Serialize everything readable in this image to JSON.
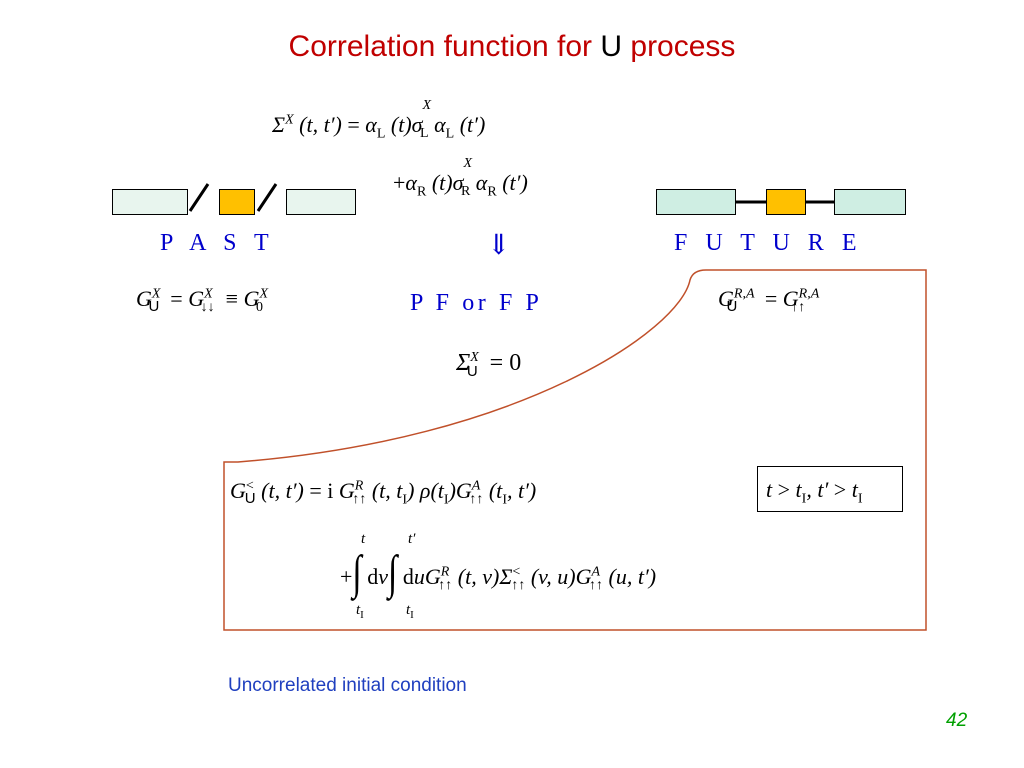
{
  "title": {
    "prefix": "Correlation function for ",
    "u": "U",
    "suffix": " process"
  },
  "labels": {
    "past": "P  A  S  T",
    "future": "F  U  T  U  R  E",
    "transition": "P F   or   F P",
    "arrow": "⇓"
  },
  "note": "Uncorrelated initial condition",
  "page_number": "42",
  "colors": {
    "title": "#c00000",
    "labels": "#0000cc",
    "note": "#1f3fbf",
    "page_number": "#00a000",
    "frame": "#c0502a",
    "dot": "#ffc000"
  }
}
